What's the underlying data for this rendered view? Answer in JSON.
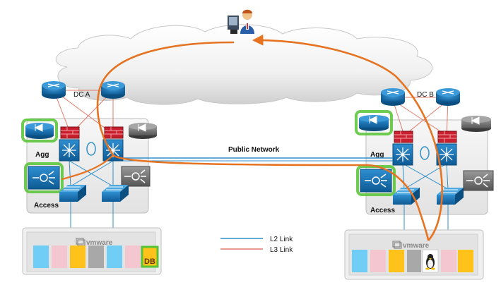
{
  "dc_a": {
    "label": "DC A",
    "agg_label": "Agg",
    "access_label": "Access",
    "vmware_label": "vmware",
    "db_label": "DB"
  },
  "dc_b": {
    "label": "DC B",
    "agg_label": "Agg",
    "access_label": "Access",
    "vmware_label": "vmware"
  },
  "link_label": "Public Network",
  "legend": {
    "l2_label": "L2 Link",
    "l3_label": "L3 Link"
  },
  "colors": {
    "l2_link": "#2f8fc9",
    "l3_link": "#e07a6a",
    "traffic_path": "#e57322",
    "device_blue": "#1a73b5",
    "highlight": "#55c433",
    "vm_cyan": "#6fcdf6",
    "vm_pink": "#f4c6cf",
    "vm_yellow": "#ffc21a",
    "vm_gray": "#a8a8a8"
  },
  "icons": [
    "user-at-computer-icon",
    "router-icon",
    "firewall-icon",
    "nexus-switch-icon",
    "load-balancer-icon",
    "access-switch-icon",
    "linux-penguin-icon",
    "vmware-logo-icon"
  ]
}
